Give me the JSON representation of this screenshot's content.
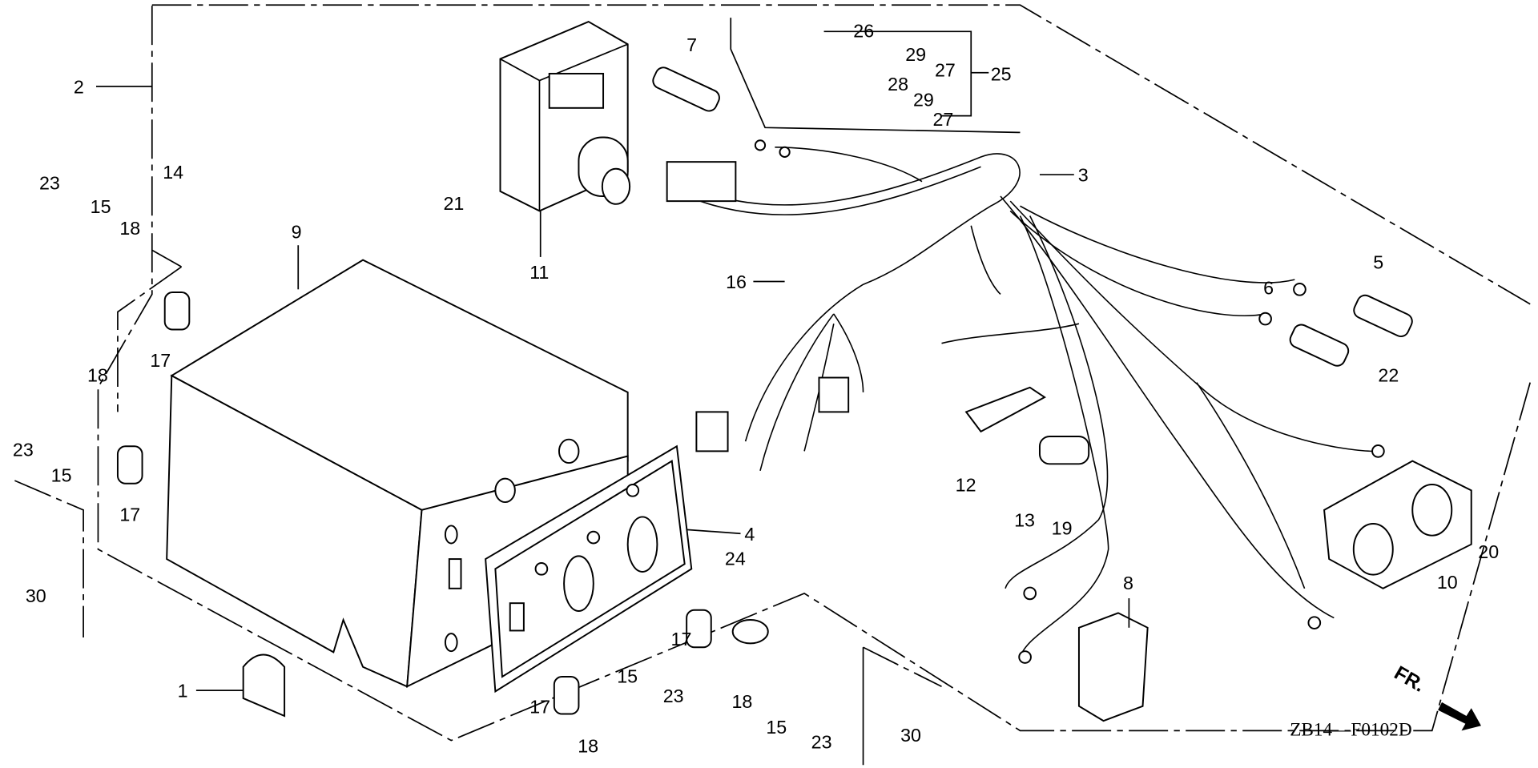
{
  "diagram": {
    "callouts": [
      "2",
      "26",
      "29",
      "27",
      "25",
      "28",
      "29",
      "27",
      "3",
      "7",
      "14",
      "23",
      "15",
      "18",
      "9",
      "11",
      "21",
      "16",
      "5",
      "6",
      "22",
      "17",
      "18",
      "23",
      "15",
      "17",
      "30",
      "12",
      "13",
      "19",
      "20",
      "10",
      "4",
      "24",
      "8",
      "17",
      "1",
      "17",
      "15",
      "23",
      "18",
      "18",
      "15",
      "23",
      "30"
    ],
    "diagram_code": "ZB14—F0102D",
    "direction_label": "FR."
  }
}
